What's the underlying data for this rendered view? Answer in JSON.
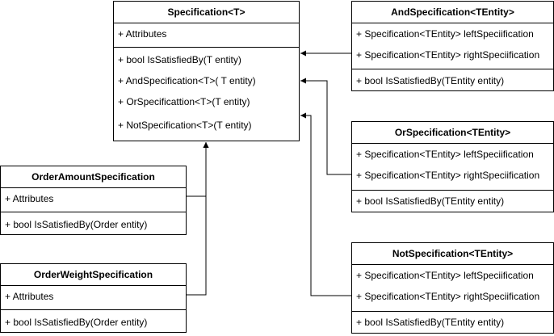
{
  "diagram": {
    "classes": {
      "specification": {
        "title": "Specification<T>",
        "attributes": [
          "+ Attributes"
        ],
        "methods": [
          "+ bool IsSatisfiedBy(T entity)",
          "+ AndSpecification<T>( T entity)",
          "+ OrSpecificattion<T>(T entity)",
          "+ NotSpecification<T>(T entity)"
        ]
      },
      "and_specification": {
        "title": "AndSpecification<TEntity>",
        "attributes": [
          "+ Specification<TEntity> leftSpeciification",
          "+ Specification<TEntity> rightSpeciification"
        ],
        "methods": [
          "+ bool IsSatisfiedBy(TEntity entity)"
        ]
      },
      "or_specification": {
        "title": "OrSpecification<TEntity>",
        "attributes": [
          "+ Specification<TEntity> leftSpeciification",
          "+ Specification<TEntity> rightSpeciification"
        ],
        "methods": [
          "+ bool IsSatisfiedBy(TEntity entity)"
        ]
      },
      "not_specification": {
        "title": "NotSpecification<TEntity>",
        "attributes": [
          "+ Specification<TEntity> leftSpeciification",
          "+ Specification<TEntity> rightSpeciification"
        ],
        "methods": [
          "+ bool IsSatisfiedBy(TEntity entity)"
        ]
      },
      "order_amount_specification": {
        "title": "OrderAmountSpecification",
        "attributes": [
          "+ Attributes"
        ],
        "methods": [
          "+ bool IsSatisfiedBy(Order entity)"
        ]
      },
      "order_weight_specification": {
        "title": "OrderWeightSpecification",
        "attributes": [
          "+ Attributes"
        ],
        "methods": [
          "+ bool IsSatisfiedBy(Order entity)"
        ]
      }
    },
    "relations": [
      {
        "from": "and_specification",
        "to": "specification",
        "kind": "dependency"
      },
      {
        "from": "or_specification",
        "to": "specification",
        "kind": "dependency"
      },
      {
        "from": "not_specification",
        "to": "specification",
        "kind": "dependency"
      },
      {
        "from": "order_amount_specification",
        "to": "specification",
        "kind": "dependency"
      },
      {
        "from": "order_weight_specification",
        "to": "specification",
        "kind": "dependency"
      }
    ],
    "colors": {
      "stroke": "#000000",
      "fill": "#ffffff"
    }
  }
}
